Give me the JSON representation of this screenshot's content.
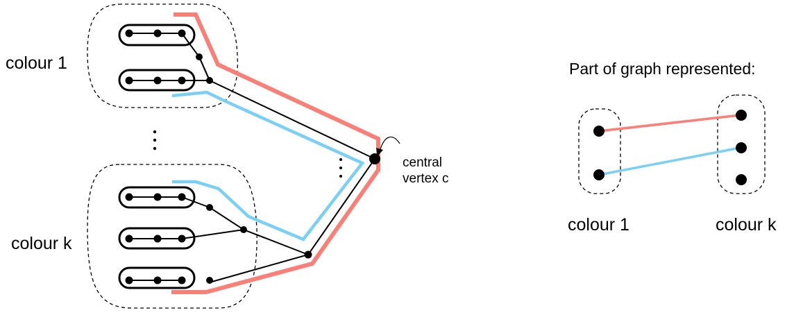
{
  "labels": {
    "colour_1_left": "colour 1",
    "colour_k_left": "colour k",
    "central_line1": "central",
    "central_line2": "vertex c",
    "panel_title": "Part of graph represented:",
    "colour_1_right": "colour 1",
    "colour_k_right": "colour k"
  },
  "colors": {
    "red_path": "#fa7f77",
    "blue_path": "#79cff5",
    "ink": "#000000"
  }
}
